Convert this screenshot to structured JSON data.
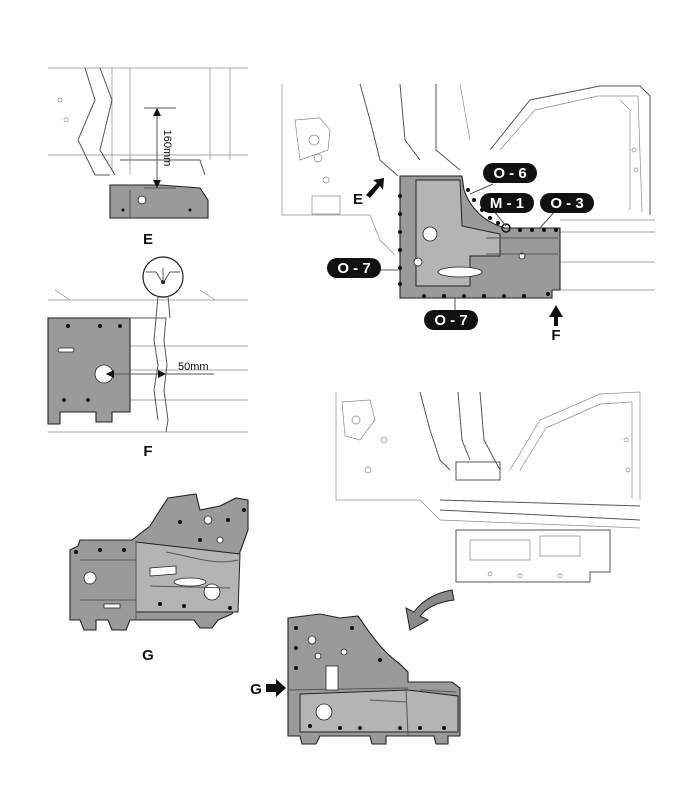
{
  "views": {
    "e": {
      "caption": "E",
      "dimension": "160mm"
    },
    "f": {
      "caption": "F",
      "dimension": "50mm"
    },
    "g": {
      "caption": "G"
    }
  },
  "callouts": {
    "o6": "O - 6",
    "m1": "M - 1",
    "o3": "O - 3",
    "o7_left": "O - 7",
    "o7_bottom": "O - 7"
  },
  "pointers": {
    "e": "E",
    "f": "F",
    "g": "G"
  }
}
